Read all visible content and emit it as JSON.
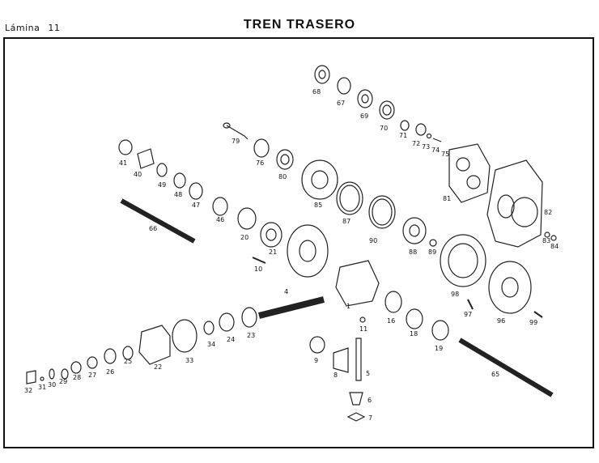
{
  "header": {
    "sheet_label": "Lámina",
    "sheet_number": "11",
    "title": "TREN TRASERO"
  },
  "parts": [
    "68",
    "67",
    "69",
    "70",
    "71",
    "72",
    "73",
    "74",
    "75",
    "79",
    "76",
    "80",
    "81",
    "82",
    "41",
    "40",
    "49",
    "48",
    "47",
    "85",
    "46",
    "20",
    "87",
    "90",
    "88",
    "89",
    "83",
    "84",
    "66",
    "21",
    "10",
    "4",
    "1",
    "98",
    "97",
    "96",
    "99",
    "11",
    "16",
    "18",
    "19",
    "9",
    "8",
    "5",
    "6",
    "7",
    "65",
    "34",
    "24",
    "23",
    "33",
    "22",
    "25",
    "26",
    "27",
    "28",
    "29",
    "30",
    "31",
    "32"
  ]
}
